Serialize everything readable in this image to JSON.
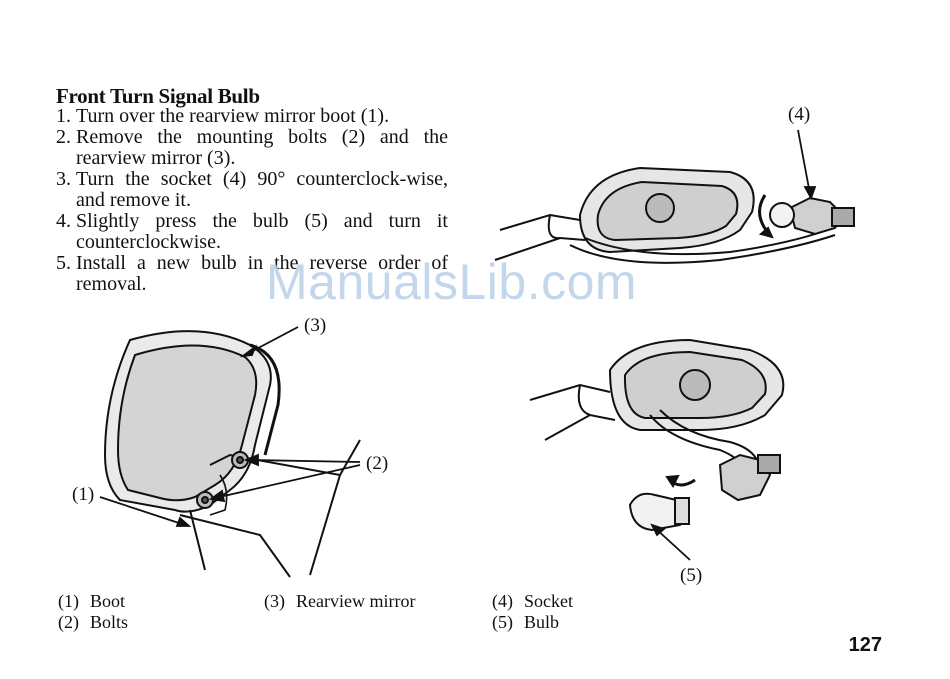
{
  "section": {
    "title": "Front Turn Signal Bulb",
    "steps": [
      {
        "number": "1.",
        "text": "Turn over the rearview mirror boot (1)."
      },
      {
        "number": "2.",
        "text": "Remove the mounting bolts (2) and the rearview mirror (3)."
      },
      {
        "number": "3.",
        "text": "Turn the socket (4) 90° counterclock-wise, and remove it."
      },
      {
        "number": "4.",
        "text": "Slightly press the bulb (5) and turn it counterclockwise."
      },
      {
        "number": "5.",
        "text": "Install a new bulb in the reverse order of removal."
      }
    ]
  },
  "watermark": "ManualsLib.com",
  "callouts": {
    "c1": "(1)",
    "c2": "(2)",
    "c3": "(3)",
    "c4": "(4)",
    "c5": "(5)"
  },
  "legend": {
    "left": [
      {
        "num": "(1)",
        "label": "Boot"
      },
      {
        "num": "(2)",
        "label": "Bolts"
      }
    ],
    "middle": [
      {
        "num": "(3)",
        "label": "Rearview mirror"
      }
    ],
    "right": [
      {
        "num": "(4)",
        "label": "Socket"
      },
      {
        "num": "(5)",
        "label": "Bulb"
      }
    ]
  },
  "page_number": "127"
}
